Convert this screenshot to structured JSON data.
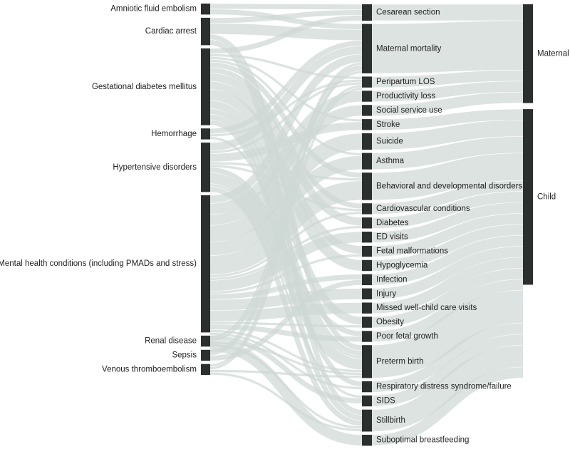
{
  "chart_data": {
    "type": "sankey",
    "sources": [
      {
        "id": "s_afe",
        "label": "Amniotic fluid embolism",
        "value": 1
      },
      {
        "id": "s_ca",
        "label": "Cardiac arrest",
        "value": 2.5
      },
      {
        "id": "s_gdm",
        "label": "Gestational diabetes mellitus",
        "value": 7
      },
      {
        "id": "s_hem",
        "label": "Hemorrhage",
        "value": 1
      },
      {
        "id": "s_hyp",
        "label": "Hypertensive disorders",
        "value": 4.5
      },
      {
        "id": "s_mh",
        "label": "Mental health conditions (including PMADs and stress)",
        "value": 12.5
      },
      {
        "id": "s_ren",
        "label": "Renal disease",
        "value": 1
      },
      {
        "id": "s_sep",
        "label": "Sepsis",
        "value": 1
      },
      {
        "id": "s_vte",
        "label": "Venous thromboembolism",
        "value": 1
      }
    ],
    "outcomes": [
      {
        "id": "o_ces",
        "label": "Cesarean section",
        "value": 1.5
      },
      {
        "id": "o_mm",
        "label": "Maternal mortality",
        "value": 4.5
      },
      {
        "id": "o_plos",
        "label": "Peripartum LOS",
        "value": 1
      },
      {
        "id": "o_prod",
        "label": "Productivity loss",
        "value": 1
      },
      {
        "id": "o_ssu",
        "label": "Social service use",
        "value": 1
      },
      {
        "id": "o_str",
        "label": "Stroke",
        "value": 1
      },
      {
        "id": "o_sui",
        "label": "Suicide",
        "value": 1.5
      },
      {
        "id": "o_ast",
        "label": "Asthma",
        "value": 1.5
      },
      {
        "id": "o_bdd",
        "label": "Behavioral and developmental disorders",
        "value": 2.5
      },
      {
        "id": "o_cvc",
        "label": "Cardiovascular conditions",
        "value": 1
      },
      {
        "id": "o_dia",
        "label": "Diabetes",
        "value": 1
      },
      {
        "id": "o_ed",
        "label": "ED visits",
        "value": 1
      },
      {
        "id": "o_fm",
        "label": "Fetal malformations",
        "value": 1
      },
      {
        "id": "o_hypo",
        "label": "Hypoglycemia",
        "value": 1
      },
      {
        "id": "o_inf",
        "label": "Infection",
        "value": 1
      },
      {
        "id": "o_inj",
        "label": "Injury",
        "value": 1
      },
      {
        "id": "o_mwc",
        "label": "Missed well-child care visits",
        "value": 1
      },
      {
        "id": "o_obe",
        "label": "Obesity",
        "value": 1
      },
      {
        "id": "o_pfg",
        "label": "Poor fetal growth",
        "value": 1
      },
      {
        "id": "o_pb",
        "label": "Preterm birth",
        "value": 3
      },
      {
        "id": "o_rds",
        "label": "Respiratory distress syndrome/failure",
        "value": 1
      },
      {
        "id": "o_sids",
        "label": "SIDS",
        "value": 1
      },
      {
        "id": "o_sb",
        "label": "Stillbirth",
        "value": 2
      },
      {
        "id": "o_sbf",
        "label": "Suboptimal breastfeeding",
        "value": 1
      }
    ],
    "groups": [
      {
        "id": "g_mat",
        "label": "Maternal",
        "value": 9
      },
      {
        "id": "g_chi",
        "label": "Child",
        "value": 16
      }
    ],
    "links": [
      [
        "s_afe",
        "o_ces",
        0.5
      ],
      [
        "s_afe",
        "o_mm",
        0.5
      ],
      [
        "s_ca",
        "o_ces",
        0.5
      ],
      [
        "s_ca",
        "o_mm",
        1
      ],
      [
        "s_ca",
        "o_pb",
        0.5
      ],
      [
        "s_ca",
        "o_sb",
        0.5
      ],
      [
        "s_gdm",
        "o_ces",
        0.5
      ],
      [
        "s_gdm",
        "o_plos",
        0.25
      ],
      [
        "s_gdm",
        "o_str",
        0.25
      ],
      [
        "s_gdm",
        "o_ast",
        0.25
      ],
      [
        "s_gdm",
        "o_bdd",
        0.5
      ],
      [
        "s_gdm",
        "o_cvc",
        0.5
      ],
      [
        "s_gdm",
        "o_dia",
        0.75
      ],
      [
        "s_gdm",
        "o_fm",
        0.75
      ],
      [
        "s_gdm",
        "o_hypo",
        1
      ],
      [
        "s_gdm",
        "o_obe",
        0.75
      ],
      [
        "s_gdm",
        "o_pb",
        0.5
      ],
      [
        "s_gdm",
        "o_rds",
        0.5
      ],
      [
        "s_gdm",
        "o_sb",
        0.5
      ],
      [
        "s_hem",
        "o_mm",
        0.5
      ],
      [
        "s_hem",
        "o_plos",
        0.25
      ],
      [
        "s_hem",
        "o_pb",
        0.25
      ],
      [
        "s_hyp",
        "o_mm",
        0.75
      ],
      [
        "s_hyp",
        "o_plos",
        0.25
      ],
      [
        "s_hyp",
        "o_str",
        0.75
      ],
      [
        "s_hyp",
        "o_bdd",
        0.25
      ],
      [
        "s_hyp",
        "o_cvc",
        0.25
      ],
      [
        "s_hyp",
        "o_pfg",
        0.5
      ],
      [
        "s_hyp",
        "o_pb",
        1
      ],
      [
        "s_hyp",
        "o_sb",
        0.5
      ],
      [
        "s_hyp",
        "o_sids",
        0.25
      ],
      [
        "s_mh",
        "o_mm",
        0.75
      ],
      [
        "s_mh",
        "o_prod",
        1
      ],
      [
        "s_mh",
        "o_ssu",
        1
      ],
      [
        "s_mh",
        "o_sui",
        1.5
      ],
      [
        "s_mh",
        "o_ast",
        1.25
      ],
      [
        "s_mh",
        "o_bdd",
        1.75
      ],
      [
        "s_mh",
        "o_cvc",
        0.25
      ],
      [
        "s_mh",
        "o_dia",
        0.25
      ],
      [
        "s_mh",
        "o_ed",
        1
      ],
      [
        "s_mh",
        "o_fm",
        0.25
      ],
      [
        "s_mh",
        "o_inf",
        0.5
      ],
      [
        "s_mh",
        "o_inj",
        1
      ],
      [
        "s_mh",
        "o_mwc",
        1
      ],
      [
        "s_mh",
        "o_obe",
        0.25
      ],
      [
        "s_mh",
        "o_pfg",
        0.5
      ],
      [
        "s_mh",
        "o_pb",
        0.25
      ],
      [
        "s_mh",
        "o_rds",
        0.25
      ],
      [
        "s_mh",
        "o_sids",
        0.5
      ],
      [
        "s_mh",
        "o_sbf",
        1
      ],
      [
        "s_ren",
        "o_mm",
        0.25
      ],
      [
        "s_ren",
        "o_plos",
        0.25
      ],
      [
        "s_ren",
        "o_pb",
        0.25
      ],
      [
        "s_ren",
        "o_sb",
        0.25
      ],
      [
        "s_sep",
        "o_mm",
        0.5
      ],
      [
        "s_sep",
        "o_inf",
        0.5
      ],
      [
        "s_vte",
        "o_mm",
        0.25
      ],
      [
        "s_vte",
        "o_plos",
        0.25
      ],
      [
        "s_vte",
        "o_pb",
        0.25
      ],
      [
        "s_vte",
        "o_sb",
        0.25
      ]
    ]
  }
}
